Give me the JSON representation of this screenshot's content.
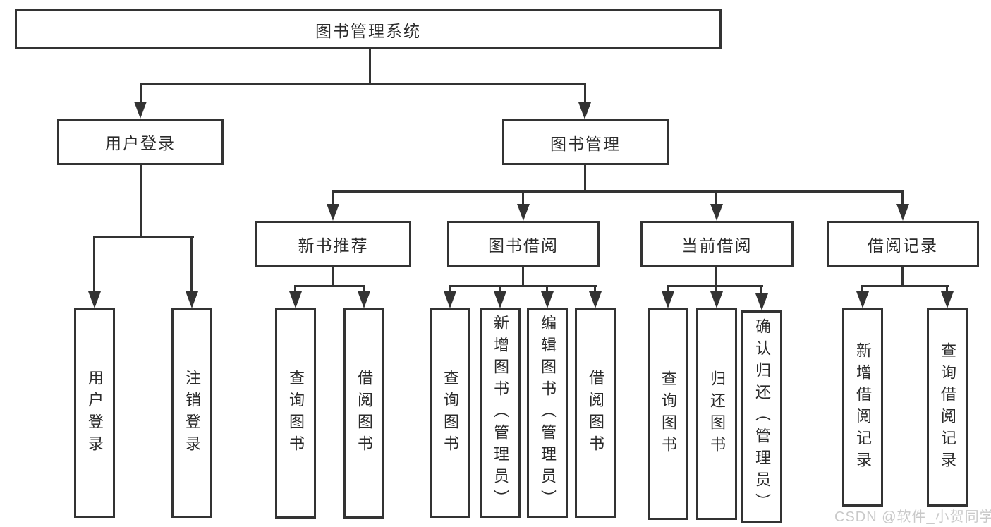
{
  "colors": {
    "line": "#333333",
    "text": "#2b2b2b",
    "watermark": "#c9c9c9",
    "box-bg": "#ffffff"
  },
  "watermark": "CSDN @软件_小贺同学",
  "tree": {
    "root": {
      "label": "图书管理系统"
    },
    "branches": [
      {
        "label": "用户登录",
        "children": [
          {
            "label": "用户登录"
          },
          {
            "label": "注销登录"
          }
        ]
      },
      {
        "label": "图书管理",
        "children": [
          {
            "label": "新书推荐",
            "children": [
              {
                "label": "查询图书"
              },
              {
                "label": "借阅图书"
              }
            ]
          },
          {
            "label": "图书借阅",
            "children": [
              {
                "label": "查询图书"
              },
              {
                "label": "新增图书（管理员）"
              },
              {
                "label": "编辑图书（管理员）"
              },
              {
                "label": "借阅图书"
              }
            ]
          },
          {
            "label": "当前借阅",
            "children": [
              {
                "label": "查询图书"
              },
              {
                "label": "归还图书"
              },
              {
                "label": "确认归还（管理员）"
              }
            ]
          },
          {
            "label": "借阅记录",
            "children": [
              {
                "label": "新增借阅记录"
              },
              {
                "label": "查询借阅记录"
              }
            ]
          }
        ]
      }
    ]
  }
}
